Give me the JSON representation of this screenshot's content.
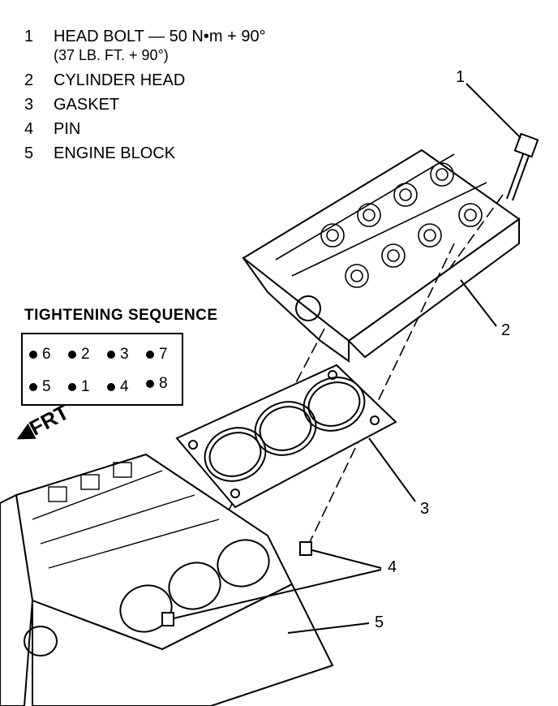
{
  "legend": {
    "items": [
      {
        "num": "1",
        "label": "HEAD BOLT — 50 N•m + 90°",
        "sub": "(37 LB. FT. + 90°)"
      },
      {
        "num": "2",
        "label": "CYLINDER HEAD"
      },
      {
        "num": "3",
        "label": "GASKET"
      },
      {
        "num": "4",
        "label": "PIN"
      },
      {
        "num": "5",
        "label": "ENGINE BLOCK"
      }
    ]
  },
  "sequence": {
    "title": "TIGHTENING SEQUENCE",
    "top_row": [
      "6",
      "2",
      "3",
      "7"
    ],
    "bottom_row": [
      "5",
      "1",
      "4",
      "8"
    ]
  },
  "callouts": [
    "1",
    "2",
    "3",
    "4",
    "5"
  ],
  "direction_label": "FRT"
}
